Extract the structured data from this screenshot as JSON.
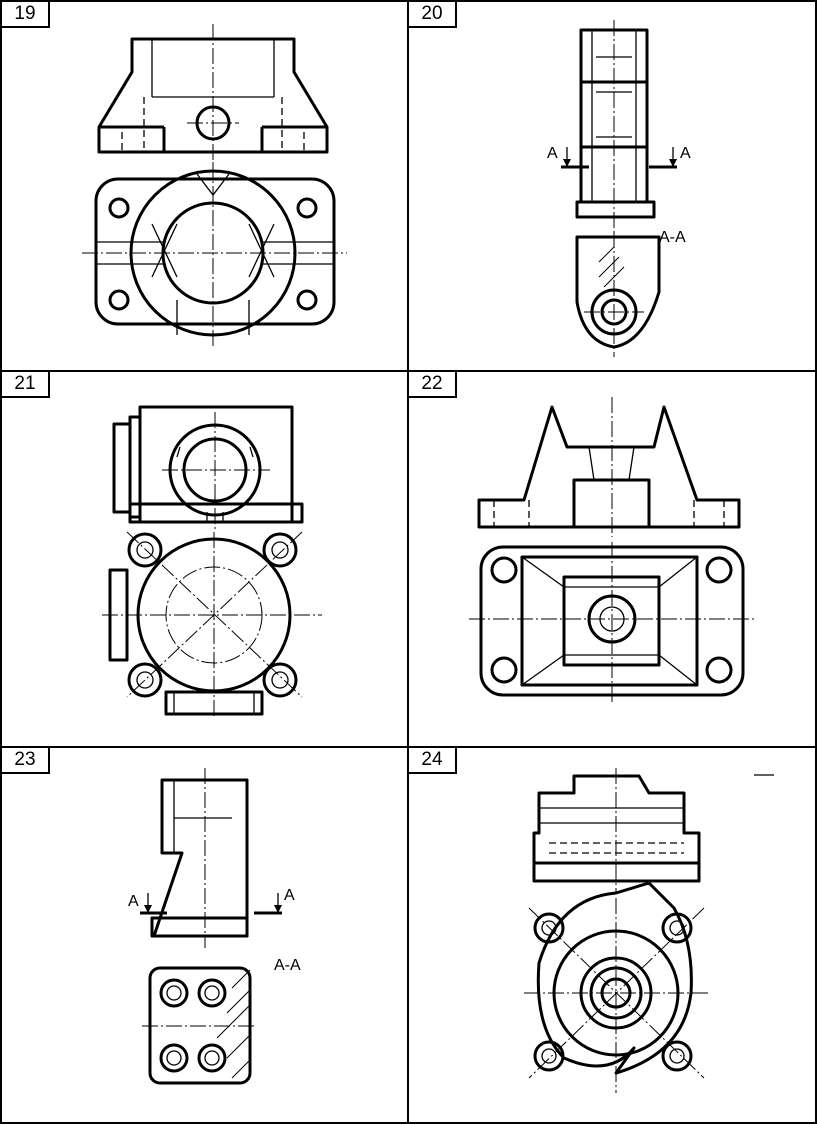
{
  "panels": [
    {
      "number": "19"
    },
    {
      "number": "20",
      "labels": {
        "cut_left": "A",
        "cut_right": "A",
        "section": "A-A"
      }
    },
    {
      "number": "21"
    },
    {
      "number": "22"
    },
    {
      "number": "23",
      "labels": {
        "cut_left": "A",
        "cut_right": "A",
        "section": "A-A"
      }
    },
    {
      "number": "24"
    }
  ]
}
